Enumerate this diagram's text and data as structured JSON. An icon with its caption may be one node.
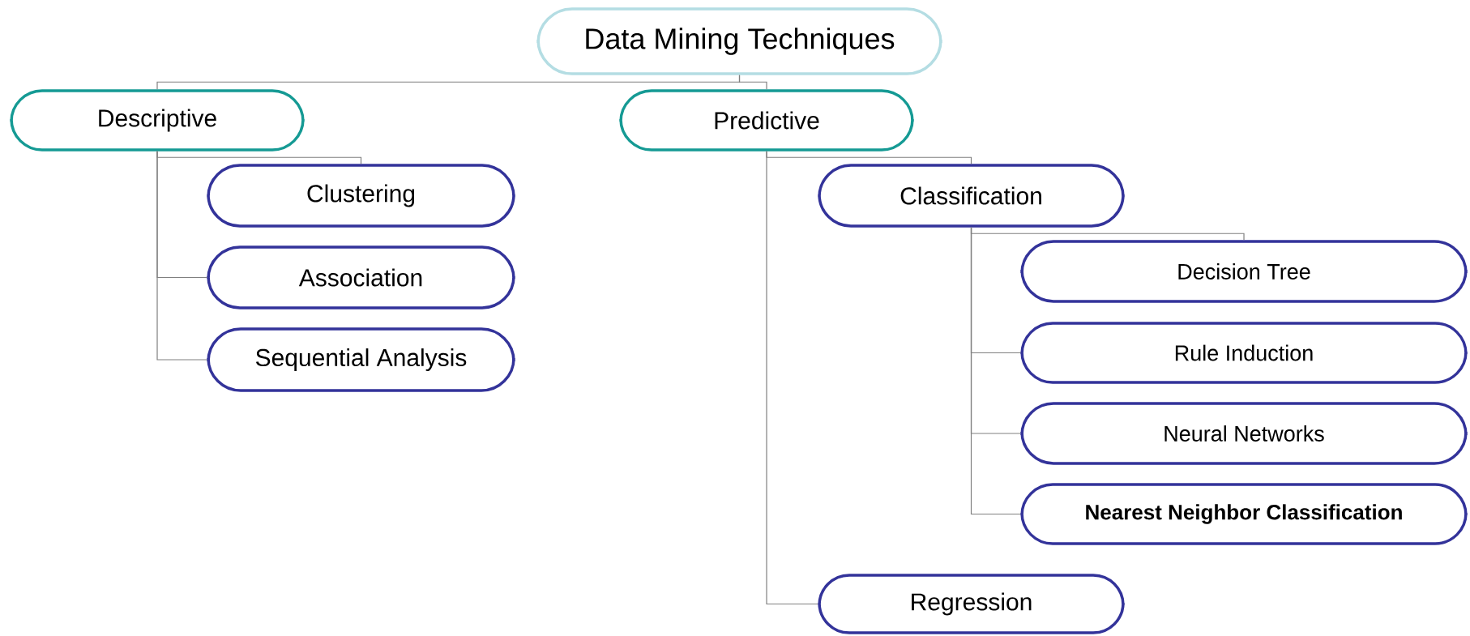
{
  "diagram": {
    "nodes": [
      {
        "text": [
          "Data Mining Techniques"
        ]
      },
      {
        "text": [
          "Descriptive"
        ]
      },
      {
        "text": [
          "Predictive"
        ]
      },
      {
        "text": [
          "Clustering"
        ]
      },
      {
        "text": [
          "Association"
        ]
      },
      {
        "text": [
          "Sequential Analysis"
        ]
      },
      {
        "text": [
          "Classification"
        ]
      },
      {
        "text": [
          "Decision Tree"
        ]
      },
      {
        "text": [
          "Rule Induction"
        ]
      },
      {
        "text": [
          "Neural Networks"
        ]
      },
      {
        "text": [
          "Nearest Neighbor Classification"
        ]
      },
      {
        "text": [
          "Regression"
        ]
      }
    ],
    "edges": [
      {
        "from": 0,
        "to": 1,
        "arrow": "none"
      },
      {
        "from": 0,
        "to": 2,
        "arrow": "none"
      },
      {
        "from": 1,
        "to": 3,
        "arrow": "none"
      },
      {
        "from": 1,
        "to": 4,
        "arrow": "none"
      },
      {
        "from": 1,
        "to": 5,
        "arrow": "none"
      },
      {
        "from": 2,
        "to": 6,
        "arrow": "none"
      },
      {
        "from": 6,
        "to": 7,
        "arrow": "none"
      },
      {
        "from": 6,
        "to": 8,
        "arrow": "none"
      },
      {
        "from": 6,
        "to": 9,
        "arrow": "none"
      },
      {
        "from": 6,
        "to": 10,
        "arrow": "none"
      },
      {
        "from": 2,
        "to": 11,
        "arrow": "none"
      }
    ]
  }
}
